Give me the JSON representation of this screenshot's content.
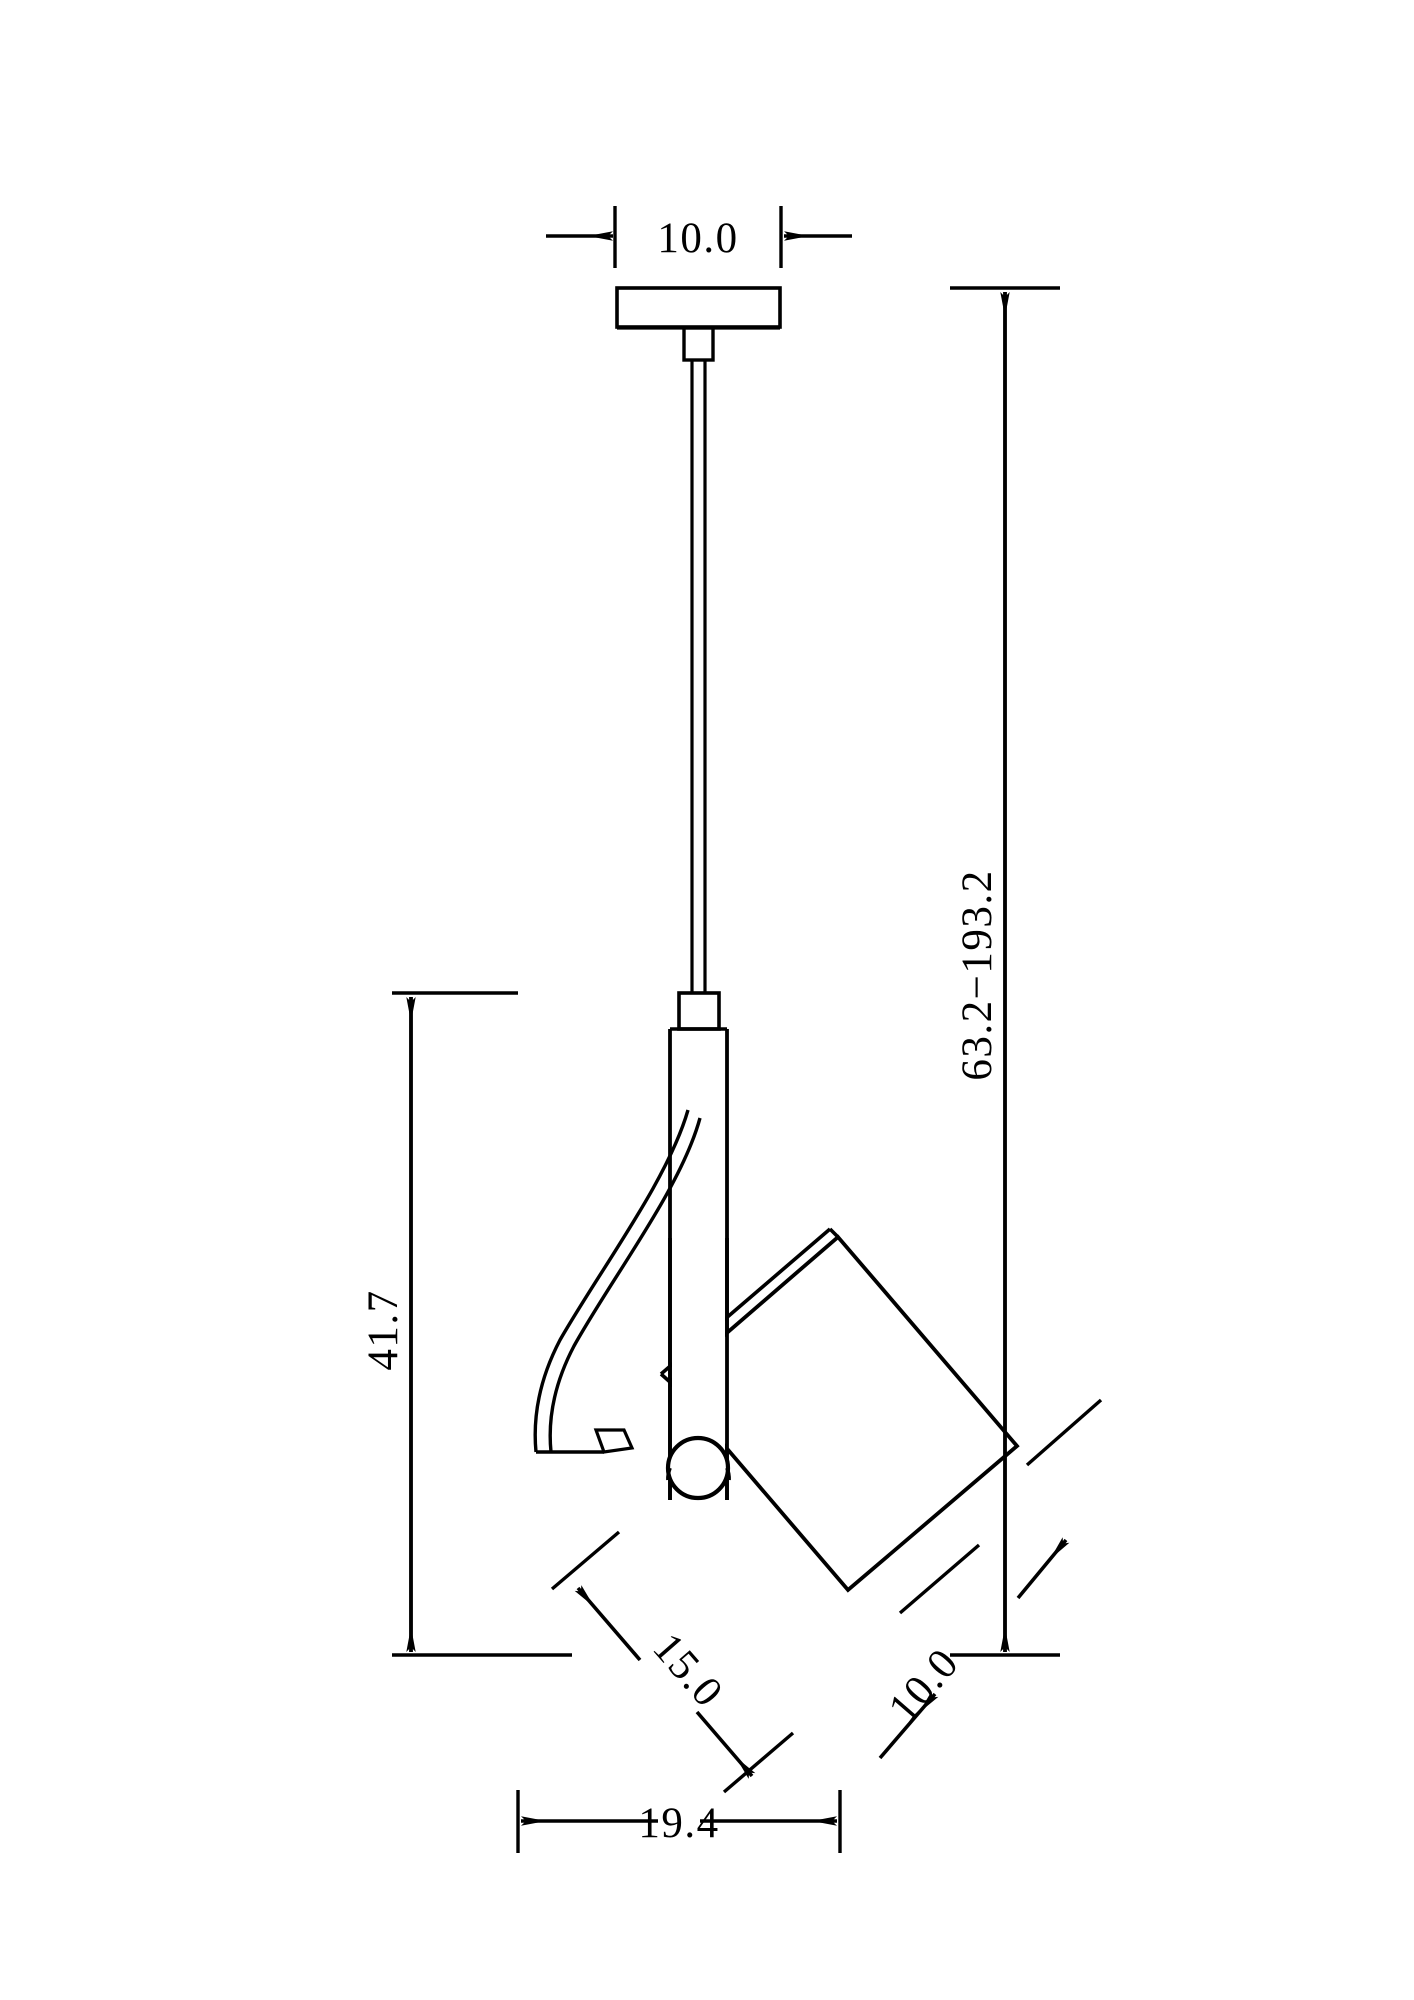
{
  "drawing": {
    "title": "Pendant Lamp Dimensional Drawing",
    "view": "front-elevation",
    "line_color": "#000000",
    "background_color": "#ffffff",
    "units_note": ""
  },
  "dimensions": {
    "canopy_width": "10.0",
    "drop_height_range": "63.2−193.2",
    "head_height": "41.7",
    "shade_face": "15.0",
    "shade_depth": "10.0",
    "overall_width": "19.4"
  },
  "labels": [
    {
      "id": "canopy-width",
      "value": "10.0",
      "orientation": "horizontal",
      "position": "top"
    },
    {
      "id": "drop-height",
      "value": "63.2−193.2",
      "orientation": "vertical",
      "position": "right"
    },
    {
      "id": "head-height",
      "value": "41.7",
      "orientation": "vertical",
      "position": "left"
    },
    {
      "id": "shade-face",
      "value": "15.0",
      "orientation": "diagonal",
      "position": "lower-left"
    },
    {
      "id": "shade-depth",
      "value": "10.0",
      "orientation": "diagonal",
      "position": "lower-right"
    },
    {
      "id": "overall-width",
      "value": "19.4",
      "orientation": "horizontal",
      "position": "bottom"
    }
  ],
  "parts": {
    "canopy": "ceiling-canopy",
    "stem": "stem-connector",
    "cord": "suspension-cord",
    "collar": "rod-collar",
    "rod": "lamp-rod",
    "pivot": "pivot-joint",
    "shade": "tilted-shade",
    "wire": "power-wire",
    "wire_clip": "wire-clip"
  }
}
